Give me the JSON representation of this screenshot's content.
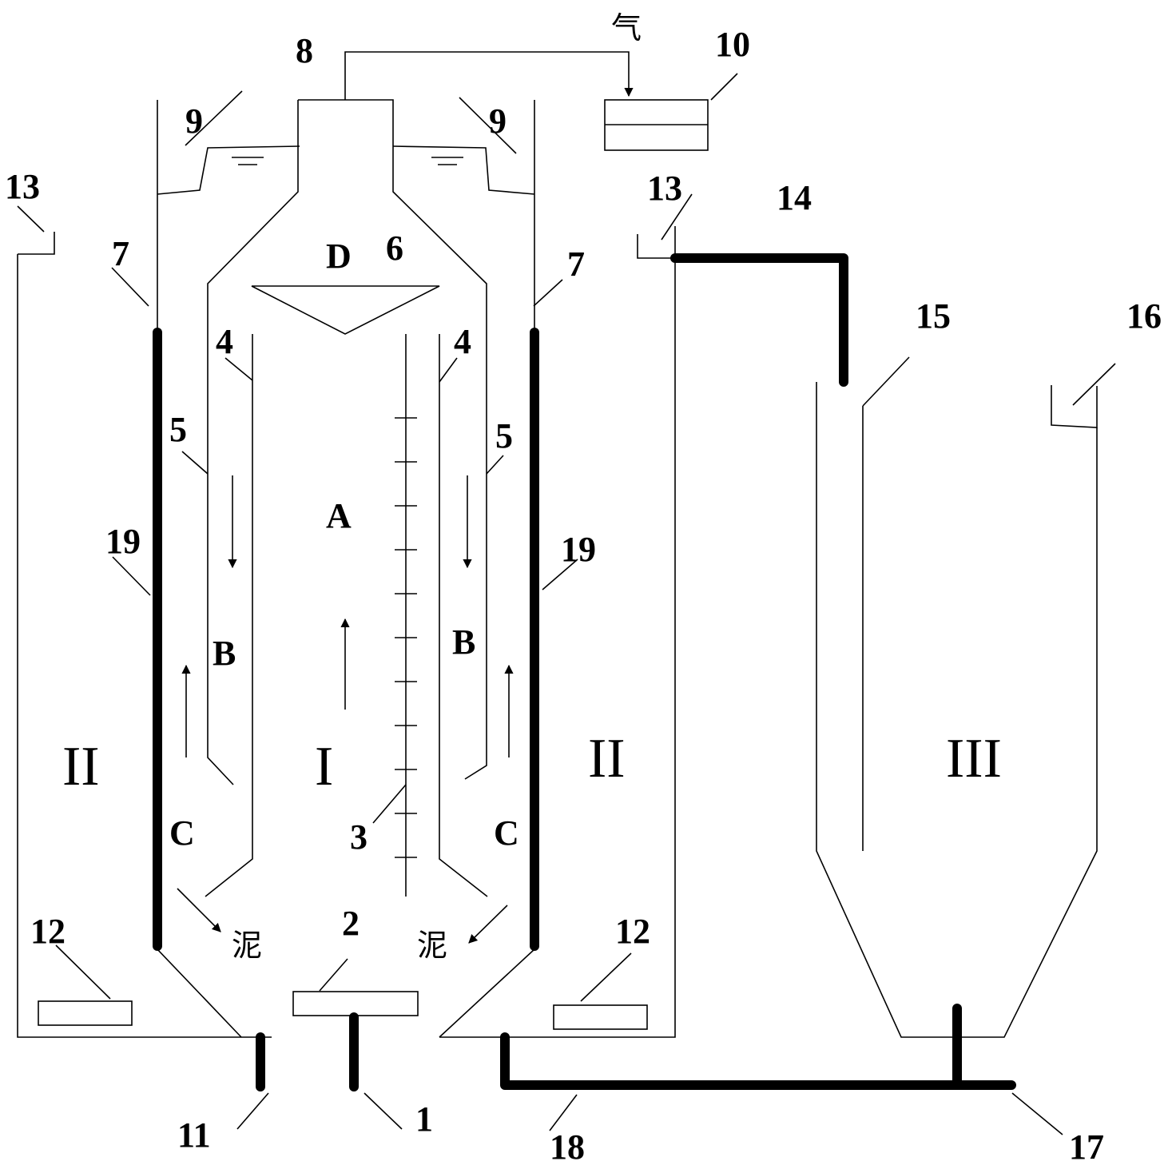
{
  "labels": {
    "n1": "1",
    "n2": "2",
    "n3": "3",
    "n4": "4",
    "n5": "5",
    "n6": "6",
    "n7": "7",
    "n8": "8",
    "n9": "9",
    "n10": "10",
    "n11": "11",
    "n12": "12",
    "n13": "13",
    "n14": "14",
    "n15": "15",
    "n16": "16",
    "n17": "17",
    "n18": "18",
    "n19": "19"
  },
  "zones": {
    "A": "A",
    "B": "B",
    "C": "C",
    "D": "D"
  },
  "regions": {
    "I": "I",
    "II": "II",
    "III": "III"
  },
  "annotations": {
    "gas": "气",
    "sludge": "泥"
  }
}
